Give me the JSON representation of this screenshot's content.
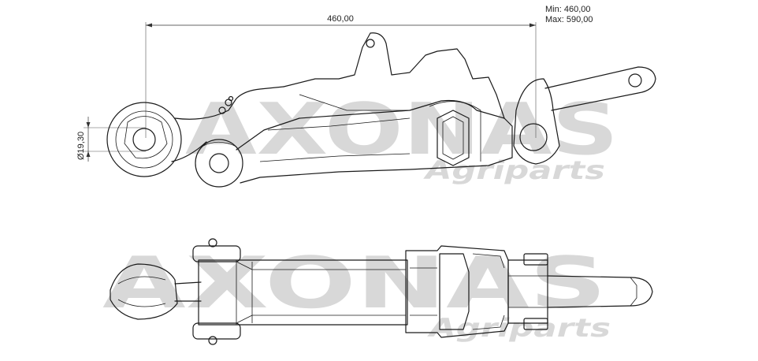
{
  "dimensions": {
    "length": "460,00",
    "range_min": "Min: 460,00",
    "range_max": "Max: 590,00",
    "diameter": "Ø19,30"
  },
  "watermark": {
    "brand": "AXONAS",
    "sub": "Agriparts"
  },
  "colors": {
    "line": "#1a1a1a",
    "watermark": "#d8d8d8",
    "background": "#ffffff"
  }
}
